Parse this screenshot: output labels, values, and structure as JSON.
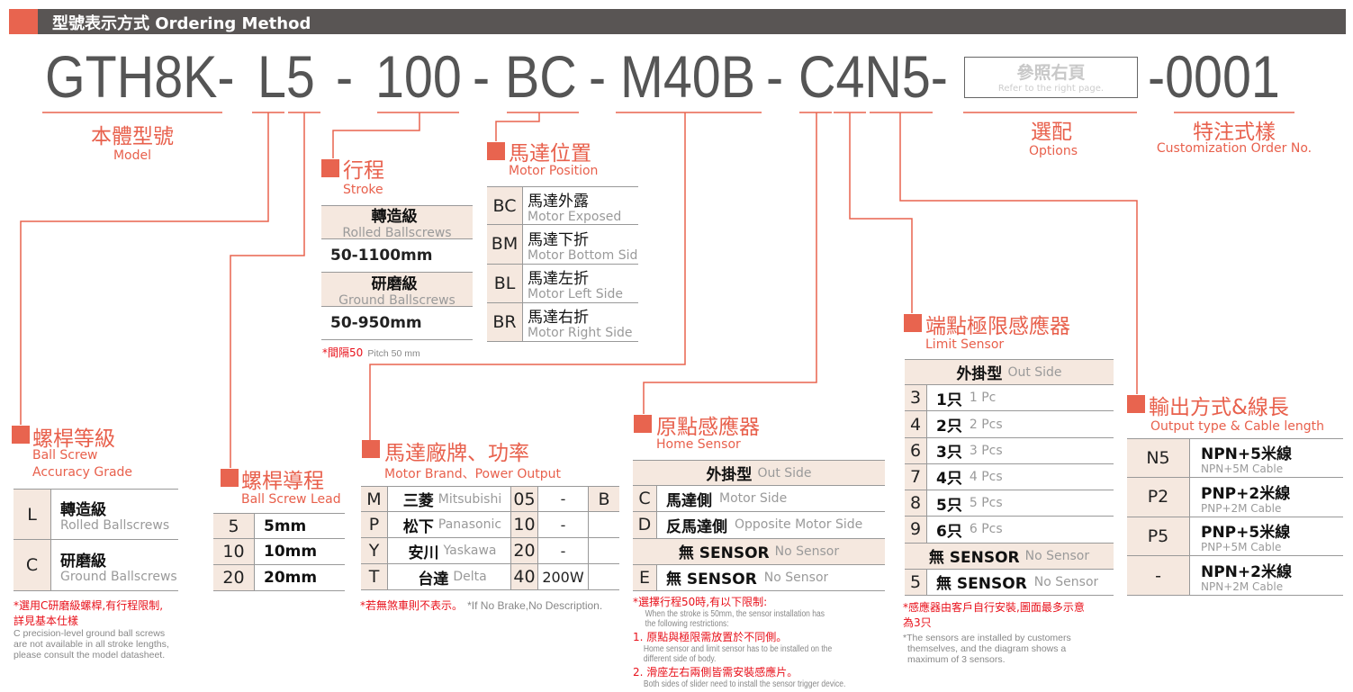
{
  "header": {
    "title": "型號表示方式 Ordering Method"
  },
  "code": {
    "model": "GTH8K-",
    "grade_lead": "L5",
    "sep1": "-",
    "stroke": "100",
    "sep2": "-",
    "motor_position": "BC",
    "sep3": "-",
    "motor": "M40B",
    "sep4": "-",
    "sensors_output": "C4N5-",
    "options_zh": "參照右頁",
    "options_en": "Refer to the right page.",
    "custom": "-0001"
  },
  "labels": {
    "model": {
      "zh": "本體型號",
      "en": "Model"
    },
    "options": {
      "zh": "選配",
      "en": "Options"
    },
    "custom": {
      "zh": "特注式樣",
      "en": "Customization Order No."
    },
    "stroke": {
      "zh": "行程",
      "en": "Stroke"
    },
    "motor_position": {
      "zh": "馬達位置",
      "en": "Motor Position"
    },
    "grade": {
      "zh": "螺桿等級",
      "en1": "Ball Screw",
      "en2": "Accuracy Grade"
    },
    "lead": {
      "zh": "螺桿導程",
      "en": "Ball Screw Lead"
    },
    "brand": {
      "zh": "馬達廠牌、功率",
      "en": "Motor Brand、Power Output"
    },
    "home": {
      "zh": "原點感應器",
      "en": "Home Sensor"
    },
    "limit": {
      "zh": "端點極限感應器",
      "en": "Limit Sensor"
    },
    "output": {
      "zh": "輸出方式&線長",
      "en": "Output type & Cable length"
    }
  },
  "tables": {
    "grade": {
      "rows": [
        {
          "code": "L",
          "zh": "轉造級",
          "en": "Rolled Ballscrews"
        },
        {
          "code": "C",
          "zh": "研磨級",
          "en": "Ground Ballscrews"
        }
      ]
    },
    "lead": {
      "rows": [
        {
          "code": "5",
          "zh": "5mm"
        },
        {
          "code": "10",
          "zh": "10mm"
        },
        {
          "code": "20",
          "zh": "20mm"
        }
      ]
    },
    "stroke": {
      "rows": [
        {
          "header": true,
          "zh": "轉造級",
          "en": "Rolled Ballscrews"
        },
        {
          "value": "50-1100mm"
        },
        {
          "header": true,
          "zh": "研磨級",
          "en": "Ground Ballscrews"
        },
        {
          "value": "50-950mm"
        }
      ]
    },
    "motor_position": {
      "rows": [
        {
          "code": "BC",
          "zh": "馬達外露",
          "en": "Motor Exposed"
        },
        {
          "code": "BM",
          "zh": "馬達下折",
          "en": "Motor Bottom Side"
        },
        {
          "code": "BL",
          "zh": "馬達左折",
          "en": "Motor Left Side"
        },
        {
          "code": "BR",
          "zh": "馬達右折",
          "en": "Motor Right Side"
        }
      ]
    },
    "brand": {
      "rows": [
        {
          "code": "M",
          "zh": "三菱",
          "en": "Mitsubishi",
          "power_code": "05",
          "power": "-",
          "brake": "B"
        },
        {
          "code": "P",
          "zh": "松下",
          "en": "Panasonic",
          "power_code": "10",
          "power": "-",
          "brake": ""
        },
        {
          "code": "Y",
          "zh": "安川",
          "en": "Yaskawa",
          "power_code": "20",
          "power": "-",
          "brake": ""
        },
        {
          "code": "T",
          "zh": "台達",
          "en": "Delta",
          "power_code": "40",
          "power": "200W",
          "brake": ""
        }
      ]
    },
    "home": {
      "rows": [
        {
          "header": true,
          "zh": "外掛型",
          "en": "Out Side"
        },
        {
          "code": "C",
          "zh": "馬達側",
          "en": "Motor Side"
        },
        {
          "code": "D",
          "zh": "反馬達側",
          "en": "Opposite Motor Side"
        },
        {
          "header": true,
          "zh": "無 SENSOR",
          "en": "No Sensor"
        },
        {
          "code": "E",
          "zh": "無  SENSOR",
          "en": "No Sensor"
        }
      ]
    },
    "limit": {
      "rows": [
        {
          "header": true,
          "zh": "外掛型",
          "en": "Out Side"
        },
        {
          "code": "3",
          "zh": "1只",
          "en": "1 Pc"
        },
        {
          "code": "4",
          "zh": "2只",
          "en": "2 Pcs"
        },
        {
          "code": "6",
          "zh": "3只",
          "en": "3 Pcs"
        },
        {
          "code": "7",
          "zh": "4只",
          "en": "4 Pcs"
        },
        {
          "code": "8",
          "zh": "5只",
          "en": "5 Pcs"
        },
        {
          "code": "9",
          "zh": "6只",
          "en": "6 Pcs"
        },
        {
          "header": true,
          "zh": "無 SENSOR",
          "en": "No Sensor"
        },
        {
          "code": "5",
          "zh": "無 SENSOR",
          "en": "No Sensor"
        }
      ]
    },
    "output": {
      "rows": [
        {
          "code": "N5",
          "zh": "NPN+5米線",
          "en": "NPN+5M Cable"
        },
        {
          "code": "P2",
          "zh": "PNP+2米線",
          "en": "PNP+2M Cable"
        },
        {
          "code": "P5",
          "zh": "PNP+5米線",
          "en": "PNP+5M Cable"
        },
        {
          "code": "-",
          "zh": "NPN+2米線",
          "en": "NPN+2M Cable"
        }
      ]
    }
  },
  "notes": {
    "grade": {
      "zh1": "*選用C研磨級螺桿,有行程限制,",
      "zh2": "詳見基本仕樣",
      "en1": "C precision-level ground ball screws",
      "en2": "are not available in all stroke lengths,",
      "en3": "please consult the model datasheet."
    },
    "stroke": {
      "zh": "*間隔50",
      "en": "Pitch 50 mm"
    },
    "brand": {
      "zh": "*若無煞車則不表示。",
      "en": "*If No Brake,No Description."
    },
    "home": {
      "zh": "*選擇行程50時,有以下限制:",
      "en1": "When the stroke is 50mm, the sensor installation has",
      "en2": "the following restrictions:",
      "r1": "1. 原點與極限需放置於不同側。",
      "r1en1": "Home sensor and limit sensor has to be installed on the",
      "r1en2": "different side of body.",
      "r2": "2. 滑座左右兩側皆需安裝感應片。",
      "r2en": "Both sides of slider need to install the sensor trigger device."
    },
    "limit": {
      "zh1": "*感應器由客戶自行安裝,圖面最多示意",
      "zh2": "為3只",
      "en1": "*The sensors are installed by customers",
      "en2": "themselves, and the diagram shows a",
      "en3": "maximum of 3 sensors."
    }
  },
  "colors": {
    "accent": "#e8644f",
    "header_bg": "#595554",
    "shade": "#f5e8df",
    "note_red": "#e8101a"
  }
}
